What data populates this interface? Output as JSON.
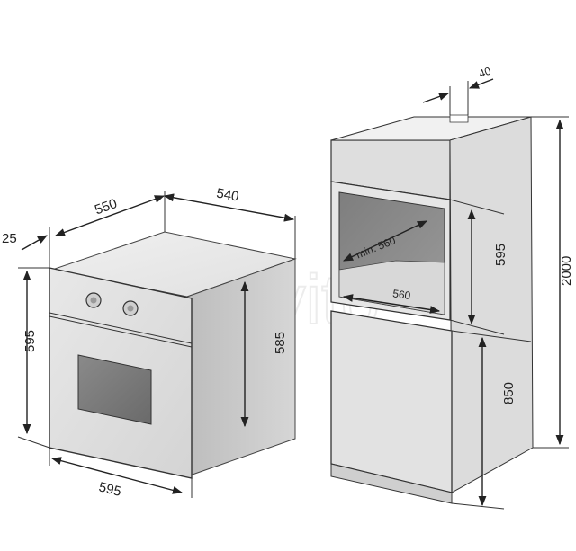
{
  "oven": {
    "depth_total": "550",
    "depth_body": "540",
    "front_protrusion": "25",
    "height_front": "595",
    "height_body": "585",
    "width_front": "595"
  },
  "cabinet": {
    "top_gap": "40",
    "niche_min_diag": "min. 560",
    "niche_width": "560",
    "niche_height": "595",
    "total_height": "2000",
    "base_height": "850"
  },
  "watermark": "Avito"
}
